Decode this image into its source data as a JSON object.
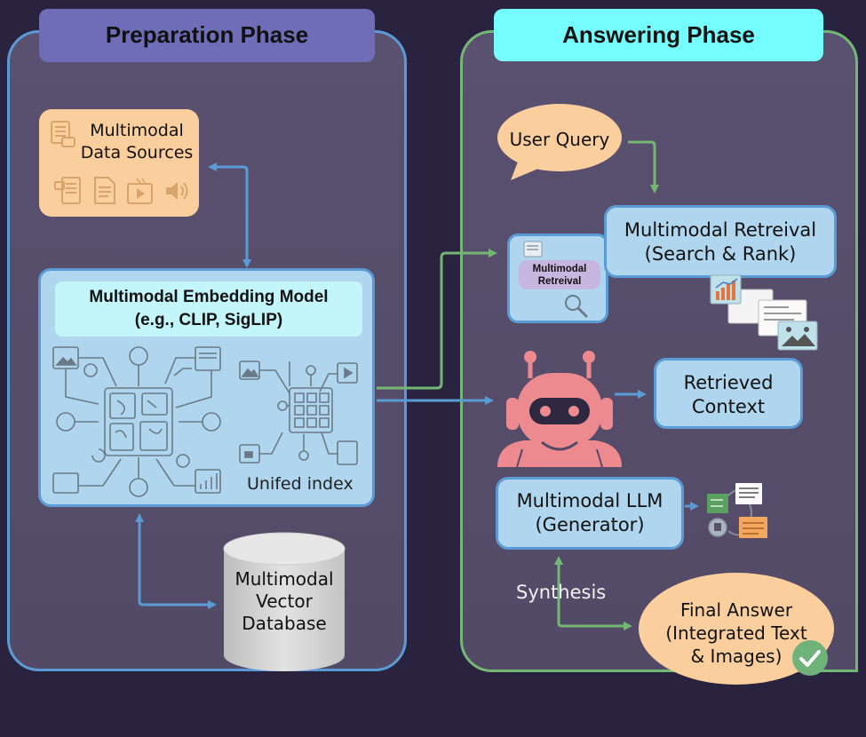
{
  "diagram": {
    "phases": {
      "preparation": {
        "title": "Preparation Phase",
        "color": "#6f6db8",
        "border_color": "#5b9bd5"
      },
      "answering": {
        "title": "Answering Phase",
        "color": "#75fdfd",
        "border_color": "#74b774"
      }
    },
    "nodes": {
      "data_sources": {
        "line1": "Multimodal",
        "line2": "Data Sources",
        "icons": [
          "documents-icon",
          "chat-document-icon",
          "text-file-icon",
          "video-icon",
          "speaker-icon"
        ]
      },
      "embedding_model": {
        "line1": "Multimodal Embedding Model",
        "line2": "(e.g., CLIP, SigLIP)",
        "sublabel": "Unifed index"
      },
      "vector_db": {
        "line1": "Multimodal",
        "line2": "Vector",
        "line3": "Database"
      },
      "user_query": {
        "label": "User Query"
      },
      "retrieval": {
        "line1": "Multimodal Retreival",
        "line2": "(Search & Rank)",
        "chip_line1": "Multimodal",
        "chip_line2": "Retreival"
      },
      "llm_agent": {
        "icon": "robot-icon"
      },
      "retrieved_context": {
        "line1": "Retrieved",
        "line2": "Context"
      },
      "generator": {
        "line1": "Multimodal LLM",
        "line2": "(Generator)"
      },
      "synthesis": {
        "label": "Synthesis"
      },
      "final_answer": {
        "line1": "Final Answer",
        "line2": "(Integrated Text",
        "line3": "& Images)"
      }
    },
    "edges": [
      {
        "from": "embedding_model",
        "to": "data_sources",
        "color": "#5b9bd5",
        "bidirectional": true
      },
      {
        "from": "embedding_model",
        "to": "vector_db",
        "color": "#5b9bd5",
        "bidirectional": true
      },
      {
        "from": "embedding_model",
        "to": "retrieval",
        "color": "#74b774"
      },
      {
        "from": "embedding_model",
        "to": "llm_agent",
        "color": "#5b9bd5"
      },
      {
        "from": "user_query",
        "to": "retrieval",
        "color": "#74b774"
      },
      {
        "from": "llm_agent",
        "to": "retrieved_context",
        "color": "#5b9bd5"
      },
      {
        "from": "generator",
        "to": "generator_outputs",
        "color": "#5b9bd5"
      },
      {
        "from": "synthesis",
        "to": "generator",
        "color": "#74b774"
      },
      {
        "from": "synthesis",
        "to": "final_answer",
        "color": "#74b774"
      }
    ],
    "colors": {
      "background": "#2a2340",
      "panel": "#554c6b",
      "blue_box": "#afd6ee",
      "orange_box": "#fbcf9d",
      "robot": "#ec8a8f",
      "check": "#6fb27a"
    }
  }
}
